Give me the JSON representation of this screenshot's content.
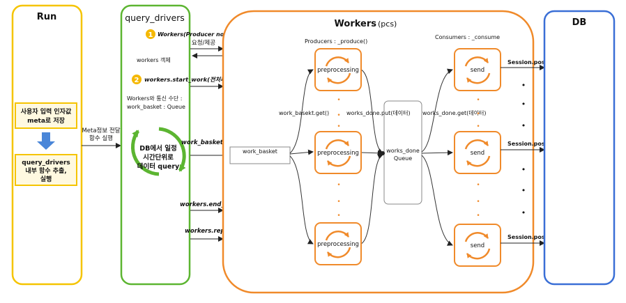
{
  "run": {
    "title": "Run",
    "box1_line1": "사용자 입력 인자값",
    "box1_line2": "meta로 저장",
    "box2_line1": "query_drivers",
    "box2_line2": "내부 함수 추출,",
    "box2_line3": "실행"
  },
  "query_drivers": {
    "title": "query_drivers",
    "step1_num": "1",
    "step1_line1": "Workers(Producer no. , Consumer no.)",
    "step1_line2": "요청/제공",
    "workers_obj": "workers 객체",
    "step2_num": "2",
    "step2_label": "workers.start_work(전처리 메타정보, 전처리함수)",
    "comm_line1": "Workers와 통신 수단 :",
    "comm_line2": "work_basket : Queue",
    "cycle_line1": "DB에서 일정",
    "cycle_line2": "시간단위로",
    "cycle_line3": "데이터 query",
    "meta_line1": "Meta정보 전달",
    "meta_line2": "함수 실행"
  },
  "calls": {
    "work_basket_put": "work_basket.put",
    "end_work": "workers.end_work()",
    "report": "workers.report()"
  },
  "workers": {
    "title": "Workers",
    "title_suffix": "(pcs)",
    "producers_label": "Producers : _produce()",
    "consumers_label": "Consumers : _consume",
    "work_basket": "work_basket",
    "basket_get": "work_basekt.get()",
    "done_put": "works_done.put(데이터)",
    "done_get": "works_done.get(데이터)",
    "queue_line1": "works_done",
    "queue_line2": "Queue",
    "producer_task": "preprocessing",
    "consumer_task": "send",
    "dot": "•",
    "session_post": "Session.post()"
  },
  "db": {
    "title": "DB"
  },
  "colors": {
    "run_border": "#f5c400",
    "qd_border": "#5cb531",
    "workers_border": "#f08a2a",
    "db_border": "#3a6fd6",
    "box_bg": "#fff9e0",
    "arrow_blue": "#4a86d8"
  }
}
